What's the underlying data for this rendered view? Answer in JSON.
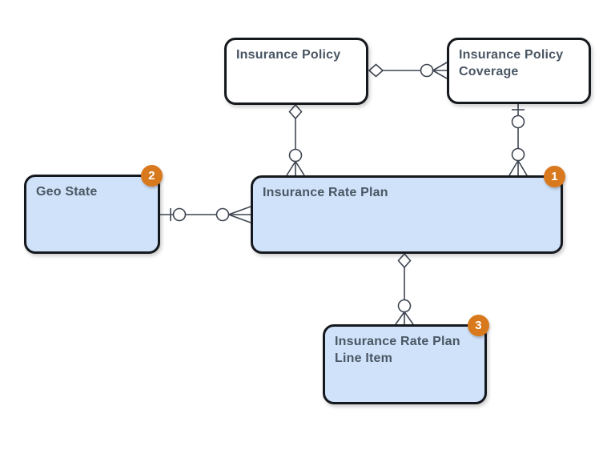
{
  "diagram_type": "entity-relationship-diagram",
  "entities": [
    {
      "name": "Insurance Policy",
      "badge": "",
      "highlighted": false
    },
    {
      "name": "Insurance Policy Coverage",
      "badge": "",
      "highlighted": false
    },
    {
      "name": "Geo State",
      "badge": "2",
      "highlighted": true
    },
    {
      "name": "Insurance Rate Plan",
      "badge": "1",
      "highlighted": true
    },
    {
      "name": "Insurance Rate Plan Line Item",
      "badge": "3",
      "highlighted": true
    }
  ],
  "relationships": [
    {
      "from": "Insurance Policy",
      "to": "Insurance Policy Coverage",
      "from_symbol": "diamond",
      "to_symbol": "circle-crowfoot"
    },
    {
      "from": "Insurance Policy",
      "to": "Insurance Rate Plan",
      "from_symbol": "diamond",
      "to_symbol": "circle-crowfoot"
    },
    {
      "from": "Insurance Policy Coverage",
      "to": "Insurance Rate Plan",
      "from_symbol": "tick-circle",
      "to_symbol": "circle-crowfoot"
    },
    {
      "from": "Geo State",
      "to": "Insurance Rate Plan",
      "from_symbol": "tick-circle",
      "to_symbol": "circle-crowfoot"
    },
    {
      "from": "Insurance Rate Plan",
      "to": "Insurance Rate Plan Line Item",
      "from_symbol": "diamond",
      "to_symbol": "circle-crowfoot"
    }
  ],
  "colors": {
    "canvas_bg": "#ffffff",
    "entity_border": "#15181d",
    "entity_fill_default": "#ffffff",
    "entity_fill_highlight": "#cfe2f9",
    "entity_text": "#4a5663",
    "connector": "#3f4651",
    "badge_bg": "#d9791d",
    "badge_text": "#ffffff"
  }
}
